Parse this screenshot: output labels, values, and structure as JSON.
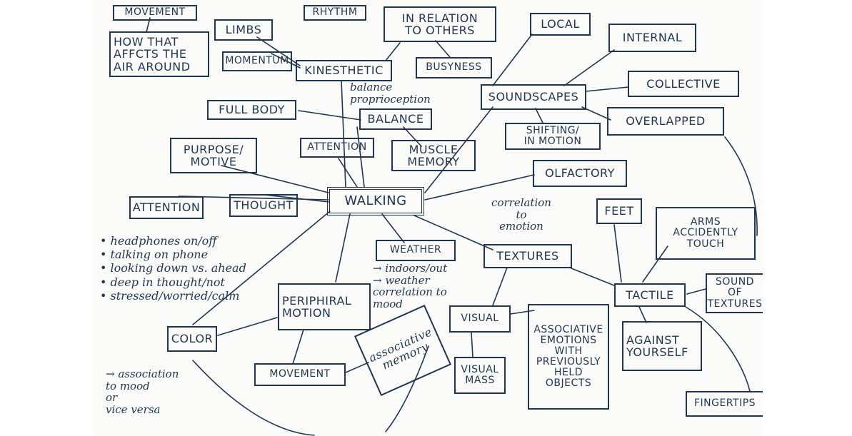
{
  "nodes": {
    "movement_top": "MOVEMENT",
    "rhythm": "RHYTHM",
    "in_relation": "IN RELATION\nTO OTHERS",
    "how_that_affects": "HOW THAT\nAFFCTS THE\nAIR AROUND",
    "limbs": "LIMBS",
    "momentum": "MOMENTUM",
    "kinesthetic": "KINESTHETIC",
    "busyness": "BUSYNESS",
    "local": "LOCAL",
    "internal": "INTERNAL",
    "collective": "COLLECTIVE",
    "soundscapes": "SOUNDSCAPES",
    "overlapped": "OVERLAPPED",
    "full_body": "FULL BODY",
    "balance": "BALANCE",
    "shifting": "SHIFTING/\nIN MOTION",
    "attention_top": "ATTENTION",
    "muscle_memory": "MUSCLE\nMEMORY",
    "purpose_motive": "PURPOSE/\nMOTIVE",
    "olfactory": "OLFACTORY",
    "walking": "WALKING",
    "attention_left": "ATTENTION",
    "thought": "THOUGHT",
    "feet": "FEET",
    "arms_touch": "ARMS\nACCIDENTLY\nTOUCH",
    "weather": "WEATHER",
    "textures": "TEXTURES",
    "peripheral_motion": "PERIPHIRAL\nMOTION",
    "tactile": "TACTILE",
    "sound_of_textures": "SOUND\nOF\nTEXTURES",
    "visual": "VISUAL",
    "associative_emotions": "ASSOCIATIVE\nEMOTIONS\nWITH\nPREVIOUSLY\nHELD\nOBJECTS",
    "color": "COLOR",
    "associative_memory": "associative\nmemory",
    "against_yourself": "AGAINST\nYOURSELF",
    "visual_mass": "VISUAL\nMASS",
    "movement_bottom": "MOVEMENT",
    "fingertips": "FINGERTIPS"
  },
  "notes": {
    "balance_proprioception": "balance\nproprioception",
    "correlation_emotion": "correlation\nto\nemotion",
    "weather_sub": "→ indoors/out\n→ weather\ncorrelation to\nmood",
    "color_sub": "→ association\nto mood\nor\nvice versa"
  },
  "attention_bullets": [
    "• headphones on/off",
    "• talking on phone",
    "• looking down vs. ahead",
    "• deep in thought/not",
    "• stressed/worried/calm"
  ],
  "colors": {
    "ink": "#1f3552",
    "paper": "#fbfbfa"
  }
}
